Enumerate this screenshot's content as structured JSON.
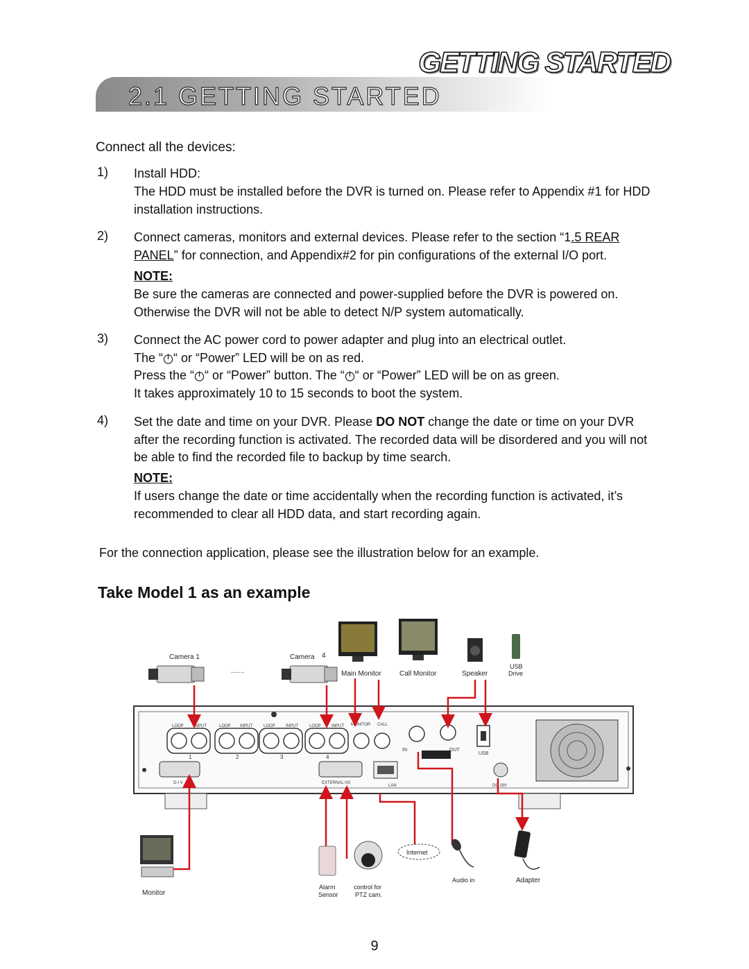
{
  "header": {
    "title": "GETTING STARTED"
  },
  "section": {
    "title": "2.1 GETTING STARTED"
  },
  "intro": "Connect all the devices:",
  "steps": [
    {
      "num": "1)",
      "heading": "Install HDD:",
      "text": "The HDD must be installed before the DVR is turned on. Please refer to Appendix #1 for HDD installation instructions."
    },
    {
      "num": "2)",
      "text_a": "Connect cameras, monitors and external devices. Please refer to the section “1",
      "link": ".5 REAR PANEL",
      "text_b": "” for connection, and Appendix#2 for pin configurations of the external I/O port.",
      "note_label": "NOTE:",
      "note": "Be sure the cameras are connected and power-supplied before the DVR is powered on. Otherwise the DVR will not be able to detect N/P system automatically."
    },
    {
      "num": "3)",
      "line1": "Connect the AC power cord to power adapter and plug into an electrical outlet.",
      "line2_a": "The “",
      "line2_b": "“ or  “Power” LED will be on as red.",
      "line3_a": "Press the “",
      "line3_b": "“ or “Power” button. The “",
      "line3_c": "“ or  “Power” LED will be on as green.",
      "line4": "It takes approximately 10 to 15 seconds to boot the system."
    },
    {
      "num": "4)",
      "text_a": "Set the date and time on your DVR. Please ",
      "bold": "DO NOT",
      "text_b": " change the date or time on your DVR after the recording function is activated. The recorded data will be disordered and you will not be able to find the recorded file to backup by time search.",
      "note_label": "NOTE:",
      "note": "If users change the date or time accidentally when the recording function is activated, it’s recommended to clear all HDD data, and start recording again."
    }
  ],
  "footer_text": "For the connection application, please see the illustration below for an example.",
  "example_heading": "Take Model 1 as an example",
  "diagram": {
    "labels": {
      "camera1": "Camera 1",
      "dots": ".......",
      "camera4": "Camera",
      "camera4_num": "4",
      "main_monitor": "Main Monitor",
      "call_monitor": "Call Monitor",
      "speaker": "Speaker",
      "usb": "USB",
      "drive": "Drive",
      "monitor": "Monitor",
      "alarm": "Alarm",
      "sensor": "Sensor",
      "control_for": "control for",
      "ptz": "PTZ cam.",
      "internet": "Internet",
      "audio_in": "Audio in",
      "adapter": "Adapter"
    },
    "panel": {
      "loop": "LOOP",
      "input": "INPUT",
      "monitor": "MONITOR",
      "call": "CALL",
      "in": "IN",
      "out": "OUT",
      "usb": "USB",
      "dc": "DC 19V",
      "dsub": "D-I V",
      "external": "EXTERNAL I/O",
      "lan": "LAN",
      "n1": "1",
      "n2": "2",
      "n3": "3",
      "n4": "4"
    },
    "arrow_color": "#d0151c"
  },
  "page_number": "9"
}
